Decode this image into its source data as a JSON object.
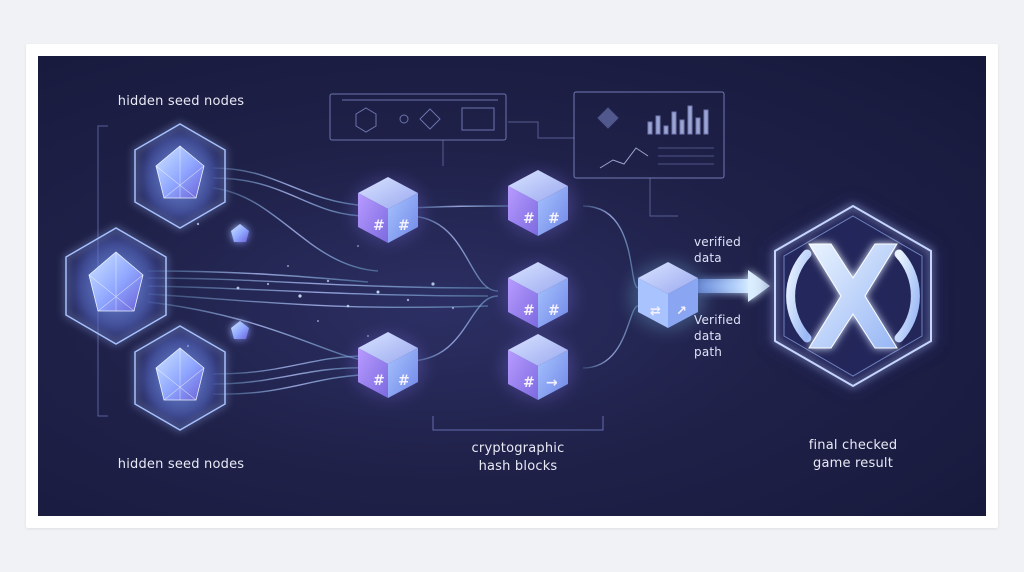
{
  "labels": {
    "seed_top": "hidden seed nodes",
    "seed_bottom": "hidden seed nodes",
    "verified_data": [
      "verified",
      "data"
    ],
    "verified_path": [
      "Verified",
      "data",
      "path"
    ],
    "hash_blocks": [
      "cryptographic",
      "hash blocks"
    ],
    "result": [
      "final checked",
      "game result"
    ]
  },
  "colors": {
    "background": "#1f2149",
    "glow_cyan": "#8fd8ff",
    "glow_violet": "#a98bff",
    "node_fill": "#5a6fd1",
    "text": "#e8eaf6"
  },
  "icons": {
    "seed_node": "hexagon-gem-icon",
    "hash_block": "hash-cube-icon",
    "result": "x-logo-icon"
  }
}
